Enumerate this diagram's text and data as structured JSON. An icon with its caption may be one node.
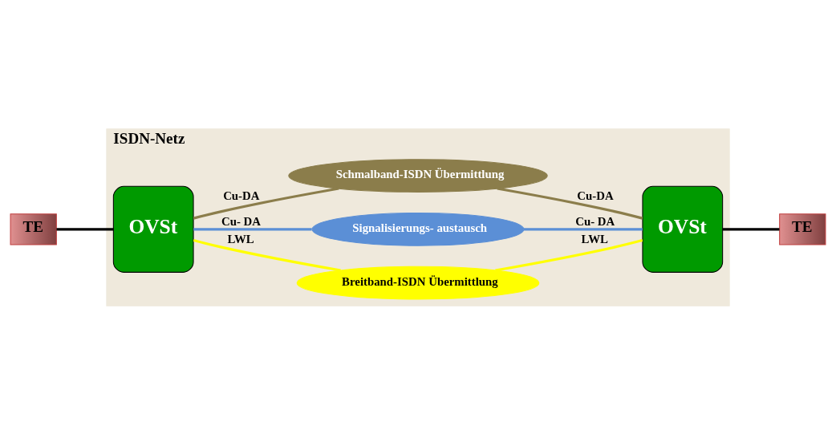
{
  "diagram": {
    "nodes": [
      {
        "text": [
          "ISDN-Netz"
        ]
      },
      {
        "text": [
          "TE"
        ]
      },
      {
        "text": [
          "OVSt"
        ],
        "in": 0
      },
      {
        "text": [
          "Breitband-ISDN Übermittlung"
        ],
        "in": 0
      },
      {
        "text": [
          "Signalisierungs- austausch"
        ],
        "in": 0
      },
      {
        "text": [
          "Schmalband-ISDN Übermittlung"
        ],
        "in": 0
      },
      {
        "text": [
          "OVSt"
        ],
        "in": 0
      },
      {
        "text": [
          "TE"
        ]
      }
    ],
    "edges": [
      {
        "from": 1,
        "to": 2,
        "arrow": "none"
      },
      {
        "from": 2,
        "to": 3,
        "arrow": "none",
        "label": "LWL",
        "color": "#ffff00"
      },
      {
        "from": 2,
        "to": 4,
        "arrow": "none",
        "label": "Cu- DA",
        "color": "#5b8fd6"
      },
      {
        "from": 2,
        "to": 5,
        "arrow": "none",
        "label": "Cu-DA",
        "color": "#8b7d4b"
      },
      {
        "from": 3,
        "to": 6,
        "arrow": "none",
        "label": "LWL",
        "color": "#ffff00"
      },
      {
        "from": 4,
        "to": 6,
        "arrow": "none",
        "label": "Cu- DA",
        "color": "#5b8fd6"
      },
      {
        "from": 5,
        "to": 6,
        "arrow": "none",
        "label": "Cu-DA",
        "color": "#8b7d4b"
      },
      {
        "from": 6,
        "to": 7,
        "arrow": "none"
      }
    ]
  }
}
